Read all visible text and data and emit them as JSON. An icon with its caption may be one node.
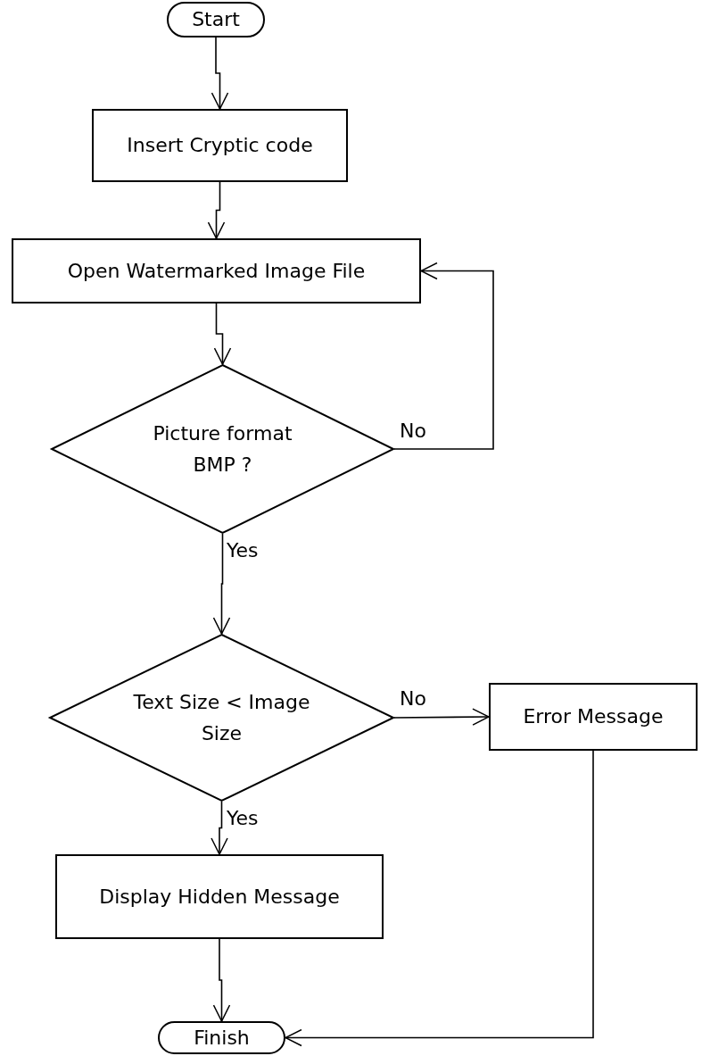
{
  "diagram": {
    "nodes": [
      {
        "text": [
          "Start"
        ]
      },
      {
        "text": [
          "Insert Cryptic code"
        ]
      },
      {
        "text": [
          "Open Watermarked Image File"
        ]
      },
      {
        "text": [
          "Picture format BMP ?"
        ]
      },
      {
        "text": [
          "Text Size < Image Size"
        ]
      },
      {
        "text": [
          "Error Message"
        ]
      },
      {
        "text": [
          "Display Hidden Message"
        ]
      },
      {
        "text": [
          "Finish"
        ]
      }
    ],
    "edges": [
      {
        "from": 0,
        "to": 1,
        "arrow": "to"
      },
      {
        "from": 1,
        "to": 2,
        "arrow": "to"
      },
      {
        "from": 2,
        "to": 3,
        "arrow": "to"
      },
      {
        "from": 3,
        "to": 2,
        "arrow": "to",
        "label": "No"
      },
      {
        "from": 3,
        "to": 4,
        "arrow": "to",
        "label": "Yes"
      },
      {
        "from": 4,
        "to": 5,
        "arrow": "to",
        "label": "No"
      },
      {
        "from": 4,
        "to": 6,
        "arrow": "to",
        "label": "Yes"
      },
      {
        "from": 6,
        "to": 7,
        "arrow": "to"
      },
      {
        "from": 5,
        "to": 7,
        "arrow": "to"
      }
    ]
  }
}
